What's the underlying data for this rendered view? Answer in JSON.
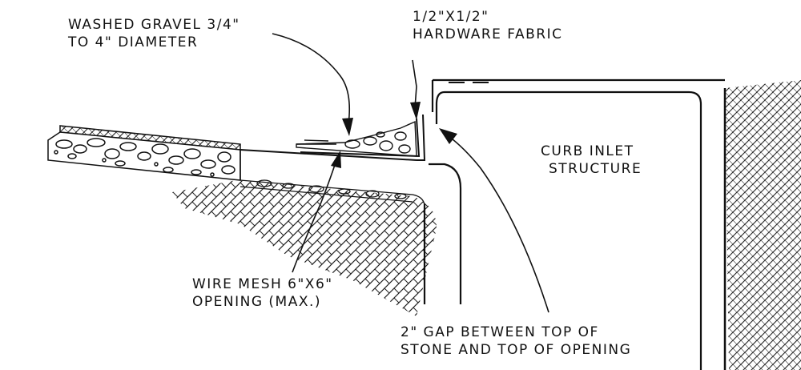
{
  "labels": {
    "gravel": {
      "line1": "WASHED GRAVEL 3/4\"",
      "line2": "TO 4\" DIAMETER"
    },
    "fabric": {
      "line1": "1/2\"x1/2\"",
      "line2": "HARDWARE FABRIC"
    },
    "structure": {
      "line1": "CURB INLET",
      "line2": "STRUCTURE"
    },
    "mesh": {
      "line1": "WIRE MESH 6\"x6\"",
      "line2": "OPENING (MAX.)"
    },
    "gap": {
      "line1": "2\" GAP BETWEEN TOP OF",
      "line2": "STONE AND TOP OF OPENING"
    }
  },
  "colors": {
    "ink": "#111111",
    "background": "#ffffff"
  }
}
